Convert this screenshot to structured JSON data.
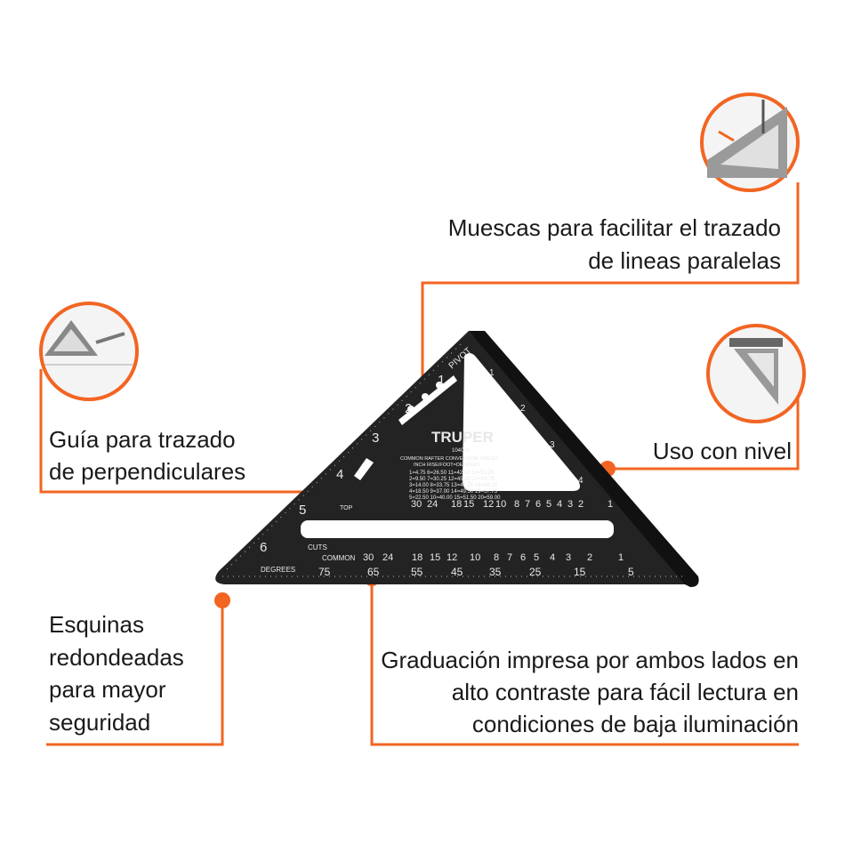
{
  "colors": {
    "accent": "#f26522",
    "tool": "#232323",
    "text": "#1a1a1a"
  },
  "callouts": {
    "notches": {
      "lines": [
        "Muescas para facilitar el trazado",
        "de lineas paralelas"
      ]
    },
    "perpendicular": {
      "lines": [
        "Guía para trazado",
        "de perpendiculares"
      ]
    },
    "level": {
      "lines": [
        "Uso con nivel"
      ]
    },
    "corners": {
      "lines": [
        "Esquinas",
        "redondeadas",
        "para mayor",
        "seguridad"
      ]
    },
    "graduation": {
      "lines": [
        "Graduación impresa por ambos lados en",
        "alto contraste para fácil lectura en",
        "condiciones de baja iluminación"
      ]
    }
  },
  "tool": {
    "brand": "TRUPER",
    "model": "104023",
    "table_title": [
      "COMMON RAFTER CONVERSION TABLES",
      "INCH RISE/FOOT=DEGREES"
    ],
    "table_rows": [
      "1=4.75    6=26.50  11=42.50  16=53.25",
      "2=9.50    7=30.25  12=45.00  17=54.75",
      "3=14.00  8=33.75  13=47.25  18=56.25",
      "4=18.50  9=37.00  14=49.50  19=57.75",
      "5=22.50 10=40.00 15=51.50  20=59.00"
    ],
    "pivot": "PIVOT",
    "top": "TOP",
    "cuts": "CUTS",
    "common": "COMMON",
    "degrees": "DEGREES",
    "upper_scale": [
      "30",
      "24",
      "18",
      "15",
      "12",
      "10",
      "8",
      "7",
      "6",
      "5",
      "4",
      "3",
      "2",
      "1"
    ],
    "common_scale": [
      "30",
      "24",
      "18",
      "15",
      "12",
      "10",
      "8",
      "7",
      "6",
      "5",
      "4",
      "3",
      "2",
      "1"
    ],
    "degree_scale": [
      "75",
      "65",
      "55",
      "45",
      "35",
      "25",
      "15",
      "5"
    ],
    "left_edge_numbers": [
      "1",
      "2",
      "3",
      "4",
      "5",
      "6"
    ],
    "hyp_numbers": [
      "1",
      "2",
      "3",
      "4"
    ]
  }
}
